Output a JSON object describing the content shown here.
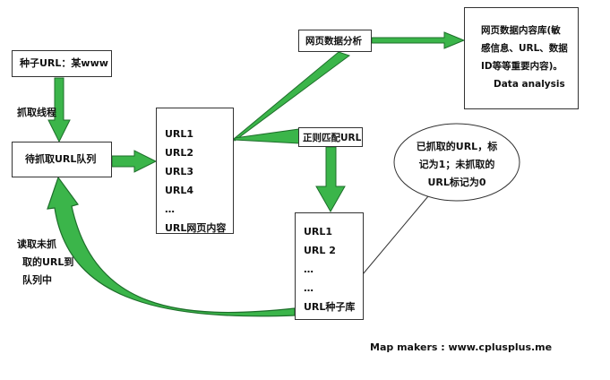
{
  "nodes": {
    "seed": "种子URL：某www",
    "queue": "待抓取URL队列",
    "urls": [
      "URL1",
      "URL2",
      "URL3",
      "URL4",
      "…",
      "URL网页内容"
    ],
    "analysis": "网页数据分析",
    "repository": [
      "网页数据内容库(敏",
      "感信息、URL、数据",
      "ID等等重要内容)。",
      "Data analysis"
    ],
    "regex": "正则匹配URL",
    "seed_library": [
      "URL1",
      "URL 2",
      "…",
      "…",
      "URL种子库"
    ]
  },
  "labels": {
    "crawl_thread": "抓取线程",
    "read_uncrawled": [
      "读取未抓",
      "取的URL到",
      "队列中"
    ],
    "callout": [
      "已抓取的URL，标",
      "记为1；未抓取的",
      "URL标记为0"
    ],
    "credit": "Map makers : www.cplusplus.me"
  },
  "colors": {
    "arrow_fill": "#3bb54a",
    "arrow_stroke": "#1d6e2a",
    "box_border": "#333333"
  }
}
